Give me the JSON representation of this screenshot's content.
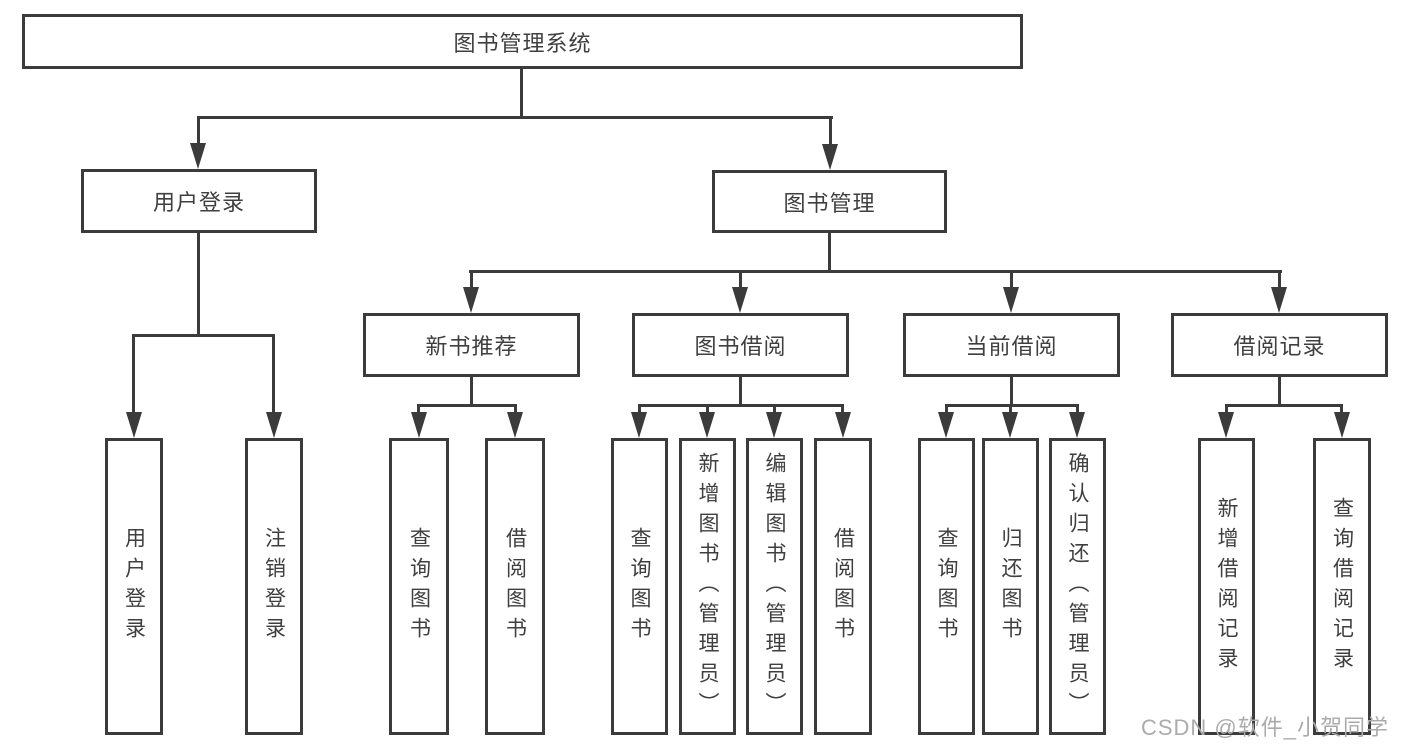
{
  "diagram": {
    "root": {
      "label": "图书管理系统"
    },
    "user_login": {
      "label": "用户登录",
      "children": [
        {
          "label": "用户登录"
        },
        {
          "label": "注销登录"
        }
      ]
    },
    "book_mgmt": {
      "label": "图书管理",
      "sections": [
        {
          "label": "新书推荐",
          "children": [
            {
              "label": "查询图书"
            },
            {
              "label": "借阅图书"
            }
          ]
        },
        {
          "label": "图书借阅",
          "children": [
            {
              "label": "查询图书"
            },
            {
              "label": "新增图书（管理员）"
            },
            {
              "label": "编辑图书（管理员）"
            },
            {
              "label": "借阅图书"
            }
          ]
        },
        {
          "label": "当前借阅",
          "children": [
            {
              "label": "查询图书"
            },
            {
              "label": "归还图书"
            },
            {
              "label": "确认归还（管理员）"
            }
          ]
        },
        {
          "label": "借阅记录",
          "children": [
            {
              "label": "新增借阅记录"
            },
            {
              "label": "查询借阅记录"
            }
          ]
        }
      ]
    }
  },
  "watermark": {
    "text": "CSDN @软件_小贺同学"
  },
  "colors": {
    "line": "#3b3b3b",
    "text": "#3f3f3f",
    "background": "#ffffff",
    "watermark": "#ababab"
  }
}
